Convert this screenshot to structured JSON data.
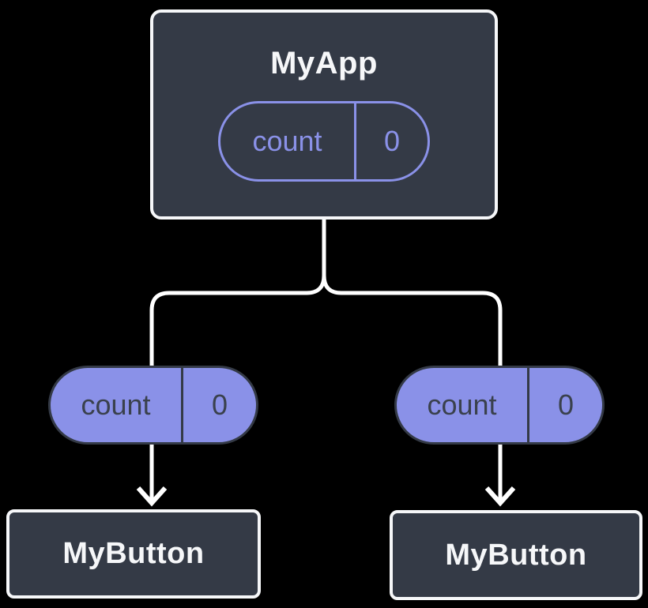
{
  "canvas": {
    "background": "#000000",
    "description": "React component tree diagram showing state passed down as props"
  },
  "colors": {
    "node_fill": "#343a46",
    "node_border": "#f6f7f9",
    "accent": "#8a91e8",
    "pill_dark_text": "#3a414d",
    "line": "#ffffff",
    "canvas_bg": "#000000"
  },
  "root_node": {
    "title": "MyApp",
    "state_pill": {
      "label": "count",
      "value": "0"
    }
  },
  "prop_pills": [
    {
      "label": "count",
      "value": "0"
    },
    {
      "label": "count",
      "value": "0"
    }
  ],
  "child_nodes": [
    {
      "title": "MyButton"
    },
    {
      "title": "MyButton"
    }
  ]
}
